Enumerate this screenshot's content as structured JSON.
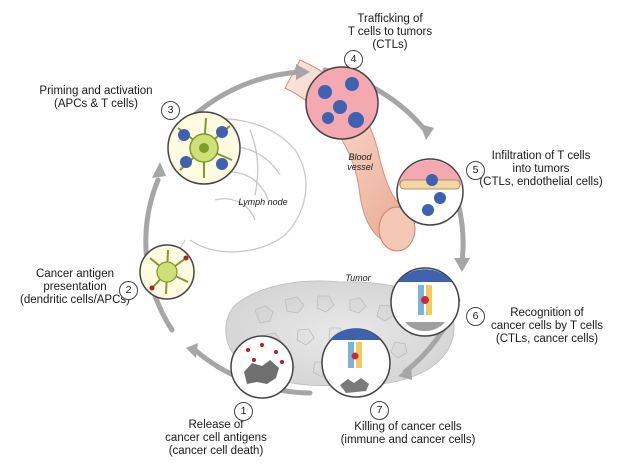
{
  "steps": [
    {
      "number": "1",
      "lines": [
        "Release of",
        "cancer cell antigens",
        "(cancer cell death)"
      ]
    },
    {
      "number": "2",
      "lines": [
        "Cancer antigen",
        "presentation",
        "(dendritic cells/APCs)"
      ]
    },
    {
      "number": "3",
      "lines": [
        "Priming and activation",
        "(APCs & T cells)"
      ]
    },
    {
      "number": "4",
      "lines": [
        "Trafficking  of",
        "T cells to tumors",
        "(CTLs)"
      ]
    },
    {
      "number": "5",
      "lines": [
        "Infiltration of T cells",
        "into tumors",
        "(CTLs, endothelial cells)"
      ]
    },
    {
      "number": "6",
      "lines": [
        "Recognition of",
        "cancer cells by T cells",
        "(CTLs, cancer cells)"
      ]
    },
    {
      "number": "7",
      "lines": [
        "Killing of cancer cells",
        "(immune and cancer cells)"
      ]
    }
  ],
  "region_labels": {
    "lymph_node": "Lymph node",
    "blood_vessel": [
      "Blood",
      "vessel"
    ],
    "tumor": "Tumor"
  },
  "colors": {
    "cycle_arrow": "#a6a6a6",
    "vessel": "#f2c7b6",
    "vessel_inner": "#e89c8a",
    "tcell": "#3e61b0",
    "dendritic": "#cfe07a",
    "tumor_cells": "#e3e3e3"
  }
}
